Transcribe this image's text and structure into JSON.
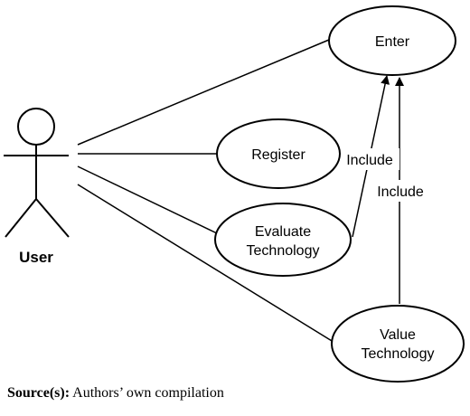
{
  "actor": {
    "label": "User"
  },
  "use_cases": {
    "enter": {
      "lines": [
        "Enter"
      ]
    },
    "register": {
      "lines": [
        "Register"
      ]
    },
    "evaluate": {
      "lines": [
        "Evaluate",
        "Technology"
      ]
    },
    "value": {
      "lines": [
        "Value",
        "Technology"
      ]
    }
  },
  "relations": {
    "include_label": "Include"
  },
  "caption": {
    "source_label": "Source(s):",
    "source_text": " Authors’ own compilation"
  }
}
